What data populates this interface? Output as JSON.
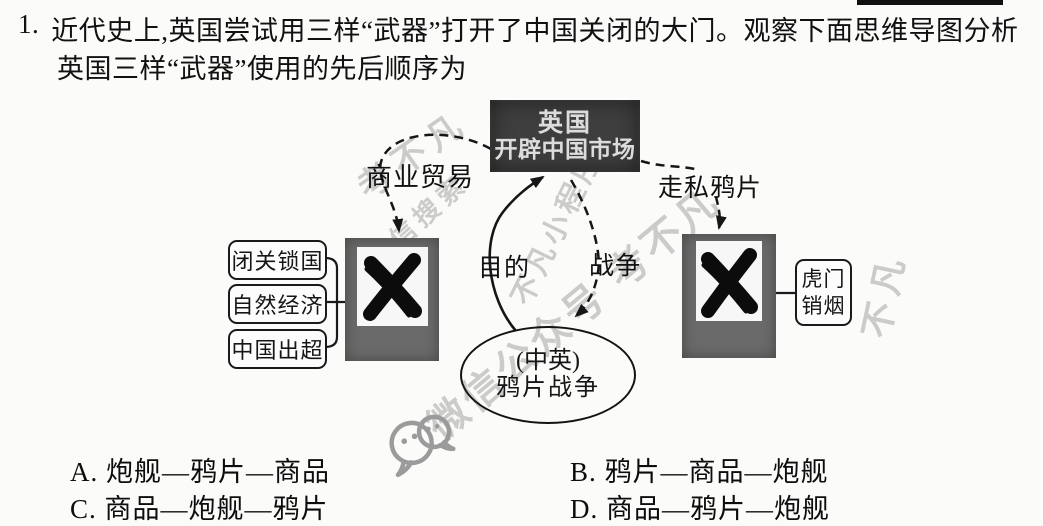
{
  "question": {
    "number": "1.",
    "line1": "近代史上,英国尝试用三样“武器”打开了中国关闭的大门。观察下面思维导图分析",
    "line2": "英国三样“武器”使用的先后顺序为"
  },
  "diagram": {
    "center_box": {
      "line1": "英国",
      "line2": "开辟中国市场"
    },
    "left_causes": [
      "闭关锁国",
      "自然经济",
      "中国出超"
    ],
    "right_result": {
      "line1": "虎门",
      "line2": "销烟"
    },
    "edge_labels": {
      "trade": "商业贸易",
      "smuggle": "走私鸦片",
      "purpose": "目的",
      "war": "战争"
    },
    "ellipse": {
      "line1": "(中英)",
      "line2": "鸦片战争"
    },
    "crossed_image_meaning": "rejected-x-mark"
  },
  "options": [
    {
      "text": "A. 炮舰—鸦片—商品"
    },
    {
      "text": "B. 鸦片—商品—炮舰"
    },
    {
      "text": "C. 商品—炮舰—鸦片"
    },
    {
      "text": "D. 商品—鸦片—炮舰"
    }
  ],
  "watermarks": {
    "w1": "考不凡",
    "w2": "微信搜索",
    "w3": "不凡小程序",
    "w4": "微信公众号 考不凡",
    "w5": "不凡",
    "logo": "wechat-logo"
  },
  "colors": {
    "center_box_bg": "#3e3e3e",
    "photo_frame": "#6a6a6a",
    "ink": "#1a1a1a",
    "watermark": "#969696",
    "paper": "#fbfbfa"
  }
}
